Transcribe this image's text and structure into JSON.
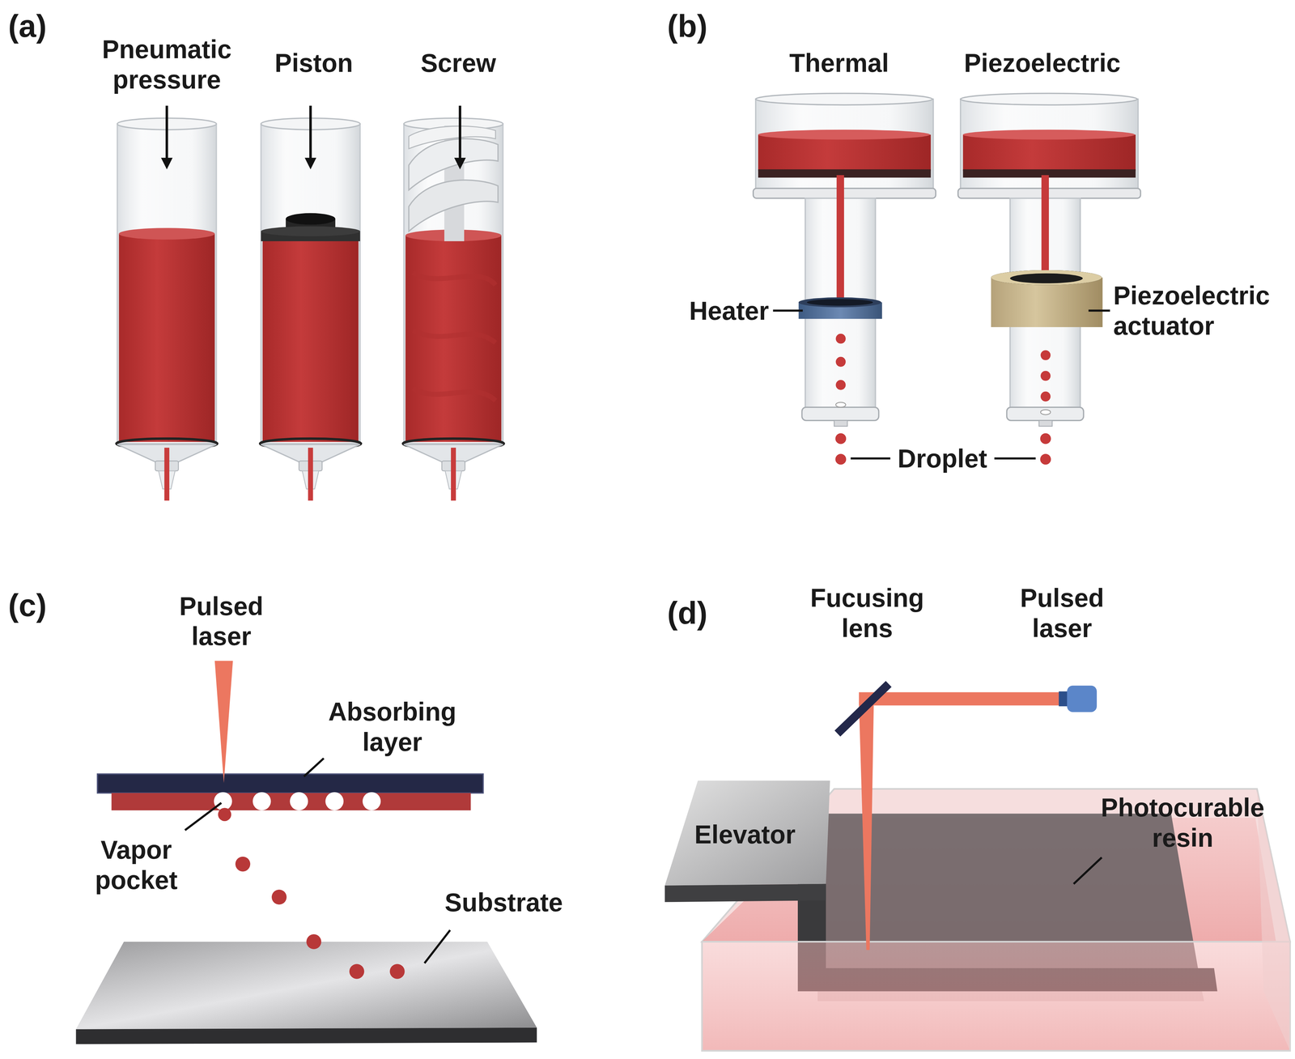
{
  "diagram": {
    "labels": [
      "(a)",
      "Pneumatic pressure",
      "Piston",
      "Screw",
      "(b)",
      "Thermal",
      "Piezoelectric",
      "Heater",
      "Piezoelectric actuator",
      "Droplet",
      "(c)",
      "Pulsed laser",
      "Absorbing layer",
      "Vapor pocket",
      "Substrate",
      "(d)",
      "Fucusing lens",
      "Pulsed laser",
      "Elevator",
      "Photocurable resin"
    ]
  }
}
